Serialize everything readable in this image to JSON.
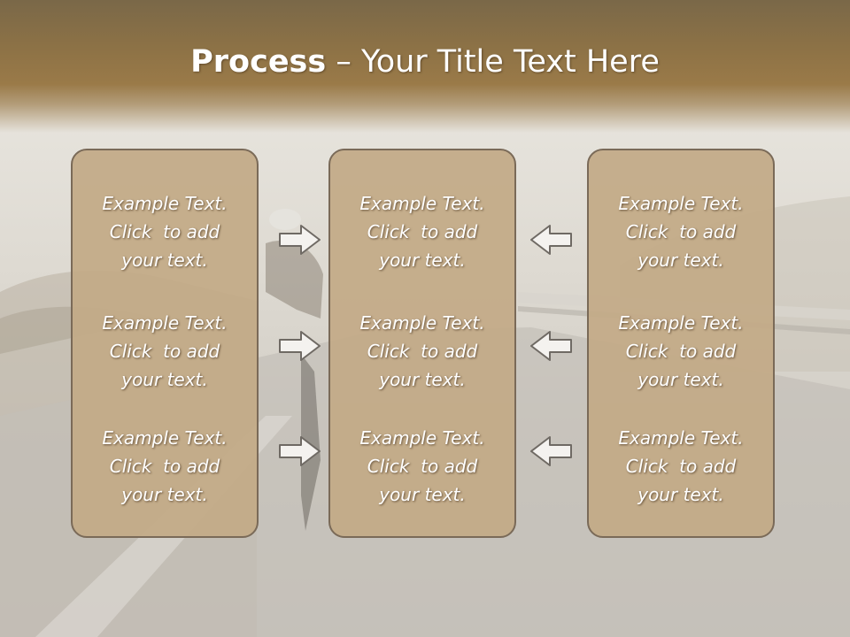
{
  "slide": {
    "title_bold": "Process",
    "title_rest": " – Your Title Text Here"
  },
  "columns": [
    {
      "items": [
        [
          "Example Text.",
          "Click  to add",
          "your text."
        ],
        [
          "Example Text.",
          "Click  to add",
          "your text."
        ],
        [
          "Example Text.",
          "Click  to add",
          "your text."
        ]
      ]
    },
    {
      "items": [
        [
          "Example Text.",
          "Click  to add",
          "your text."
        ],
        [
          "Example Text.",
          "Click  to add",
          "your text."
        ],
        [
          "Example Text.",
          "Click  to add",
          "your text."
        ]
      ]
    },
    {
      "items": [
        [
          "Example Text.",
          "Click  to add",
          "your text."
        ],
        [
          "Example Text.",
          "Click  to add",
          "your text."
        ],
        [
          "Example Text.",
          "Click  to add",
          "your text."
        ]
      ]
    }
  ],
  "icons": {
    "left_arrows": "arrow-right-icon",
    "right_arrows": "arrow-left-icon"
  },
  "colors": {
    "panel_fill": "#c3aa87",
    "panel_border": "#7a6a58",
    "header": "#8d7246",
    "text": "#ffffff"
  }
}
